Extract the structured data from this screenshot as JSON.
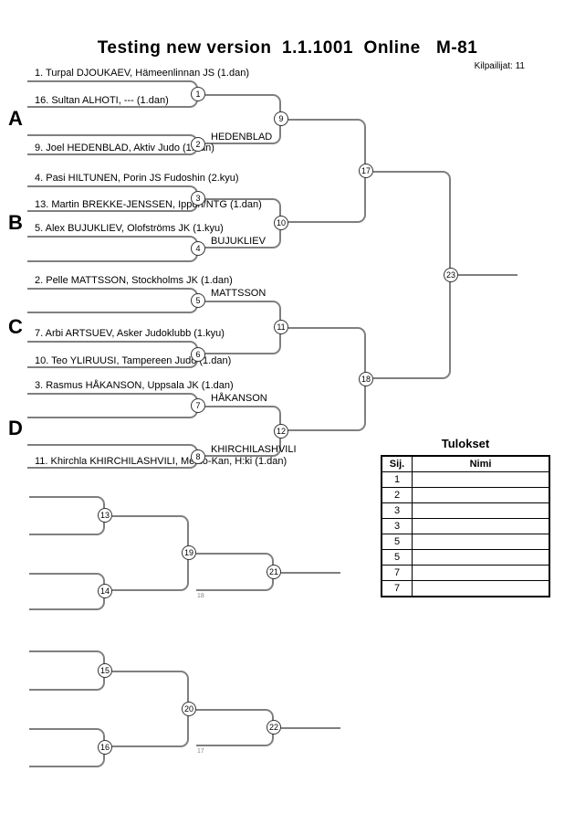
{
  "header": {
    "title": "Testing new version  1.1.1001  Online   M-81",
    "competitors_count_label": "Kilpailijat: 11"
  },
  "pool_labels": [
    "A",
    "B",
    "C",
    "D"
  ],
  "bracket": {
    "competitors": [
      "1. Turpal DJOUKAEV, Hämeenlinnan JS (1.dan)",
      "16. Sultan ALHOTI, --- (1.dan)",
      "9. Joel HEDENBLAD, Aktiv Judo (1.dan)",
      "4. Pasi HILTUNEN, Porin JS Fudoshin (2.kyu)",
      "13. Martin BREKKE-JENSSEN, Ippon/NTG (1.dan)",
      "5. Alex BUJUKLIEV, Olofströms JK (1.kyu)",
      "2. Pelle MATTSSON, Stockholms JK (1.dan)",
      "7. Arbi ARTSUEV, Asker Judoklubb (1.kyu)",
      "10. Teo YLIRUUSI, Tampereen Judo (1.dan)",
      "3. Rasmus HÅKANSON, Uppsala JK (1.dan)",
      "11. Khirchla KHIRCHILASHVILI, Meido-Kan, H:ki (1.dan)"
    ],
    "winner_labels": [
      "HEDENBLAD",
      "BUJUKLIEV",
      "MATTSSON",
      "HÅKANSON",
      "KHIRCHILASHVILI"
    ],
    "match_numbers": [
      "1",
      "2",
      "3",
      "4",
      "5",
      "6",
      "7",
      "8",
      "9",
      "10",
      "11",
      "12",
      "13",
      "14",
      "15",
      "16",
      "17",
      "18",
      "19",
      "20",
      "21",
      "22",
      "23"
    ],
    "repechage_feeds": [
      "18",
      "17"
    ]
  },
  "results_table": {
    "title": "Tulokset",
    "columns": [
      "Sij.",
      "Nimi"
    ],
    "rows": [
      [
        "1",
        ""
      ],
      [
        "2",
        ""
      ],
      [
        "3",
        ""
      ],
      [
        "3",
        ""
      ],
      [
        "5",
        ""
      ],
      [
        "5",
        ""
      ],
      [
        "7",
        ""
      ],
      [
        "7",
        ""
      ]
    ]
  },
  "colors": {
    "line": "#7f7f7f",
    "text": "#000000",
    "circle_border": "#333333"
  }
}
